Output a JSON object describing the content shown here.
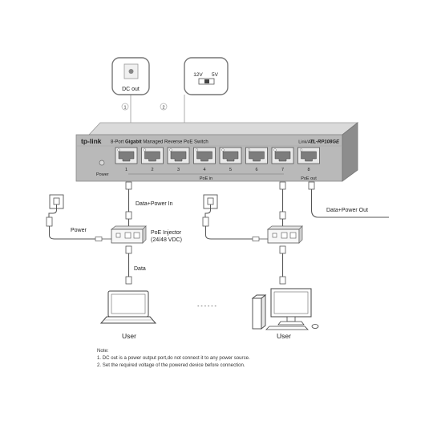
{
  "callouts": {
    "dc_label": "DC out",
    "badge_1": "1",
    "badge_2": "2",
    "volt_12": "12V",
    "volt_5": "5V"
  },
  "switch": {
    "brand": "tp-link",
    "model": "TL-RP108GE",
    "title_pre": "8-Port ",
    "title_bold": "Gigabit",
    "title_post": " Managed Reverse PoE Switch",
    "link_act": "Link/Act",
    "power": "Power",
    "poe_in": "PoE in",
    "poe_out": "PoE out",
    "port_numbers": [
      "1",
      "2",
      "3",
      "4",
      "5",
      "6",
      "7",
      "8"
    ]
  },
  "labels": {
    "data_power_in": "Data+Power In",
    "data_power_out": "Data+Power Out",
    "power": "Power",
    "poe_injector_1": "PoE Injector",
    "poe_injector_2": "(24/48 VDC)",
    "data": "Data",
    "user_left": "User",
    "user_right": "User",
    "ellipsis": "- - - - - -"
  },
  "notes": {
    "title": "Note:",
    "line1": "1. DC out is a power output port,do not connect it to any power source.",
    "line2": "2. Set the required voltage of the powered device before connection."
  }
}
